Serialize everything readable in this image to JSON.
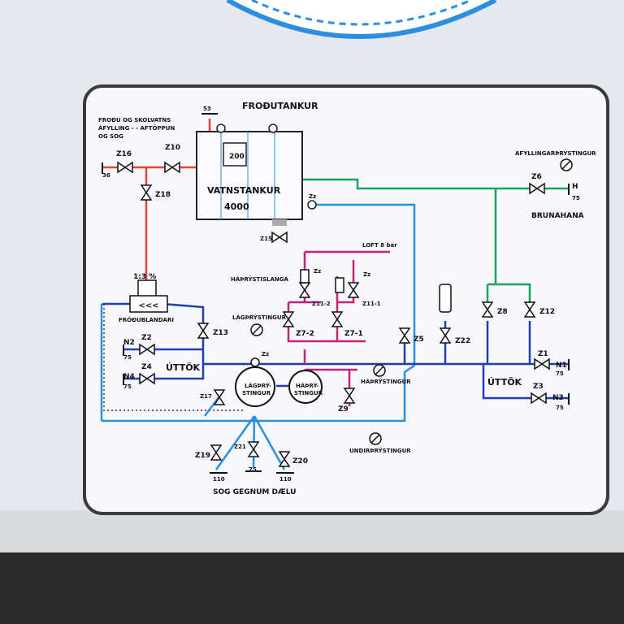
{
  "colors": {
    "water": "#2b8ee0",
    "foam": "#e2453a",
    "discharge": "#1f3fb0",
    "hydrant": "#1aa35a",
    "highpressure": "#c81e7c",
    "frame": "#3a3a3a",
    "panel": "#f6f8fb"
  },
  "labels": {
    "frodutankur": "FROÐUTANKUR",
    "vatnstankur": "VATNSTANKUR",
    "tank_4000": "4000",
    "tank_200": "200",
    "tank_size_top": "53",
    "fill_note_1": "FROÐU OG SKOLVATNS",
    "fill_note_2": "ÁFYLLING - - AFTÖPPUN",
    "fill_note_3": "OG SOG",
    "z16": "Z16",
    "z10": "Z10",
    "z18": "Z18",
    "size_36": "36",
    "afyllingarthrystingur": "ÁFYLLINGARÞRÝSTINGUR",
    "z6": "Z6",
    "h": "H",
    "size_75_h": "75",
    "brunahana": "BRUNAHANA",
    "zz_tank": "Zz",
    "z15": "Z15",
    "loft": "LOFT 8 bar",
    "hathrystislanga": "HÁÞRÝSTISLANGA",
    "zz_a": "Zz",
    "zz_b": "Zz",
    "z11_2": "Z11-2",
    "z11_1": "Z11-1",
    "z7_2": "Z7-2",
    "z7_1": "Z7-1",
    "ratio": "1:3 %",
    "frodublandari": "FRÓÐUBLANDARI",
    "z13": "Z13",
    "lagthrystingur": "LÁGÞRÝSTINGUR",
    "zz_pump": "Zz",
    "z2": "Z2",
    "n2": "N2",
    "size_75_n2": "75",
    "uttok_left": "ÚTTÖK",
    "z4": "Z4",
    "n4": "N4",
    "size_75_n4": "75",
    "lagthry_pump_1": "LÁGÞRÝ-",
    "lagthry_pump_2": "STINGUR",
    "hathry_pump_1": "HÁÞRÝ-",
    "hathry_pump_2": "STINGUR",
    "z17": "Z17",
    "hathrystingur_gauge": "HÁÞRÝSTINGUR",
    "z9": "Z9",
    "z5": "Z5",
    "z22": "Z22",
    "z8": "Z8",
    "z12": "Z12",
    "z1": "Z1",
    "n1": "N1",
    "size_75_n1": "75",
    "uttok_right": "ÚTTÖK",
    "z3": "Z3",
    "n3": "N3",
    "size_75_n3": "75",
    "undirthrystingur": "UNDIRÞRÝSTINGUR",
    "z19": "Z19",
    "size_110_a": "110",
    "z21": "Z21",
    "size_75_z21": "75",
    "z20": "Z20",
    "size_110_b": "110",
    "sog": "SOG GEGNUM DÆLU"
  }
}
